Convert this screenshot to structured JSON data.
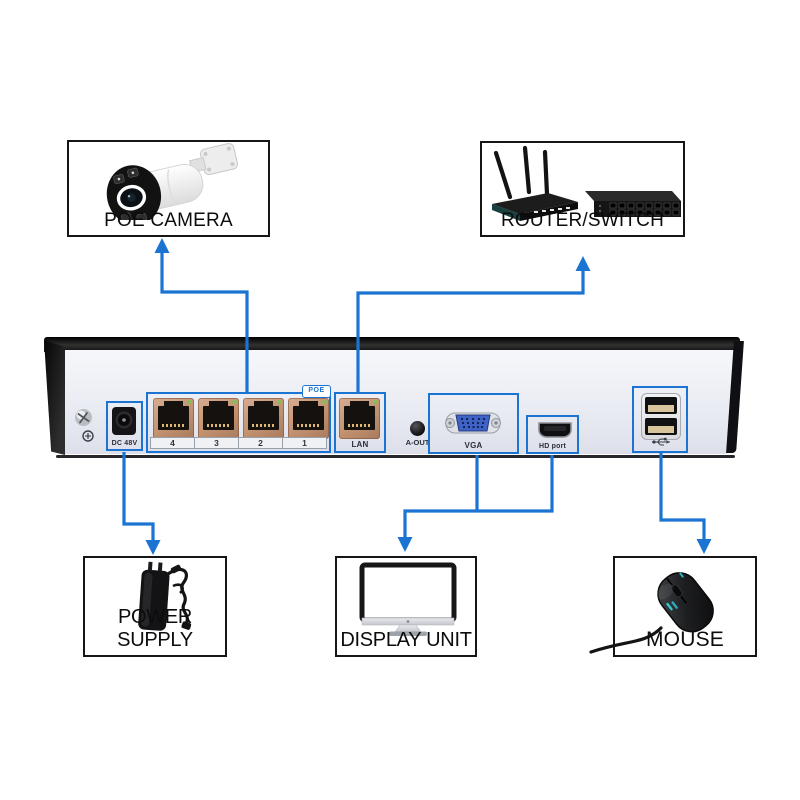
{
  "diagram": {
    "accent_blue": "#1b74d2",
    "top_boxes": [
      {
        "id": "poe-camera",
        "label": "POE CAMERA"
      },
      {
        "id": "router-switch",
        "label": "ROUTER/SWITCH"
      }
    ],
    "bottom_boxes": [
      {
        "id": "power-supply",
        "label": "POWER SUPPLY"
      },
      {
        "id": "display-unit",
        "label": "DISPLAY UNIT"
      },
      {
        "id": "mouse",
        "label": "MOUSE"
      }
    ],
    "device": {
      "labels": {
        "dc": "DC 48V",
        "poe_tag": "POE",
        "lan": "LAN",
        "aout": "A-OUT",
        "vga": "VGA",
        "hd": "HD port"
      },
      "port_numbers": [
        "4",
        "3",
        "2",
        "1"
      ]
    }
  }
}
